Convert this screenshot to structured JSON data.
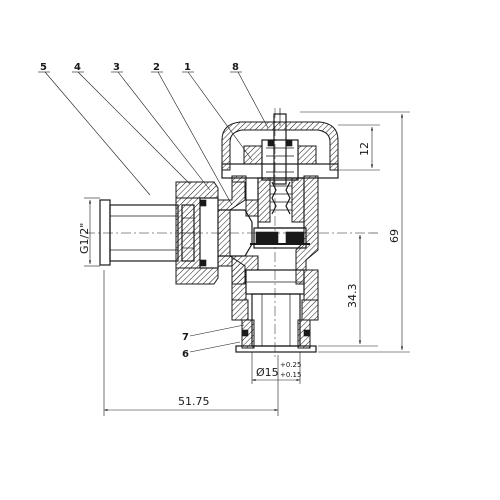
{
  "callouts": {
    "c1": "1",
    "c2": "2",
    "c3": "3",
    "c4": "4",
    "c5": "5",
    "c6": "6",
    "c7": "7",
    "c8": "8"
  },
  "dimensions": {
    "thread": "G1/2\"",
    "width": "51.75",
    "height_total": "69",
    "height_lower": "34.3",
    "cap_height": "12",
    "outlet_diameter": "Ø15",
    "tol_plus_upper": "+0.25",
    "tol_plus_lower": "+0.15"
  }
}
